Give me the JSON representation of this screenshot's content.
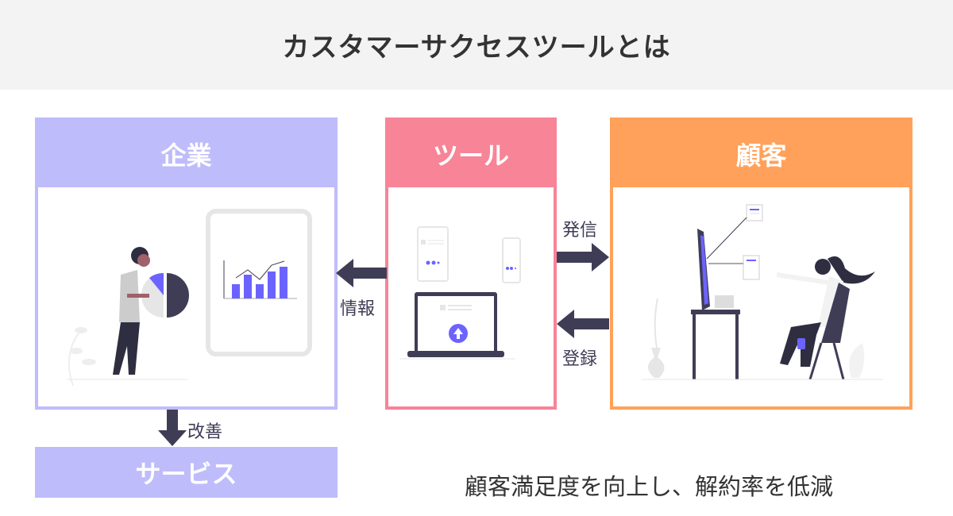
{
  "title": "カスタマーサクセスツールとは",
  "boxes": {
    "company": {
      "label": "企業",
      "color": "#bfbcfc"
    },
    "tool": {
      "label": "ツール",
      "color": "#f78497"
    },
    "customer": {
      "label": "顧客",
      "color": "#ffa15a"
    }
  },
  "arrows": {
    "info": "情報",
    "send": "発信",
    "register": "登録",
    "improve": "改善"
  },
  "service": "サービス",
  "summary": "顧客満足度を向上し、解約率を低減",
  "colors": {
    "dark": "#3f3d56",
    "accent": "#6c63ff",
    "header_bg": "#f3f3f3"
  }
}
